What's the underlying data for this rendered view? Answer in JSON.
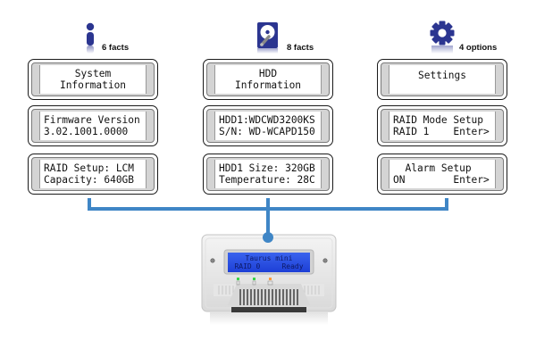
{
  "accent_color": "#3f86c6",
  "icon_color": "#2b3590",
  "columns": [
    {
      "icon": "info-icon",
      "count_label": "6 facts",
      "boxes": [
        {
          "lines": [
            "System",
            "Information"
          ],
          "centered": true
        },
        {
          "lines": [
            "Firmware Version",
            "3.02.1001.0000"
          ],
          "centered": false
        },
        {
          "lines": [
            "RAID Setup: LCM",
            "Capacity: 640GB"
          ],
          "centered": false
        }
      ]
    },
    {
      "icon": "hard-drive-icon",
      "count_label": "8 facts",
      "boxes": [
        {
          "lines": [
            "HDD",
            "Information"
          ],
          "centered": true
        },
        {
          "lines": [
            "HDD1:WDCWD3200KS",
            "S/N: WD-WCAPD150"
          ],
          "centered": false
        },
        {
          "lines": [
            "HDD1 Size: 320GB",
            "Temperature: 28C"
          ],
          "centered": false
        }
      ]
    },
    {
      "icon": "gear-icon",
      "count_label": "4 options",
      "boxes": [
        {
          "lines": [
            "Settings",
            ""
          ],
          "centered": true
        },
        {
          "lines": [
            "RAID Mode Setup",
            "RAID 1    Enter>"
          ],
          "centered": false
        },
        {
          "lines": [
            "  Alarm Setup",
            "ON        Enter>"
          ],
          "centered": false
        }
      ]
    }
  ],
  "device": {
    "lcd_line1": "Taurus mini",
    "lcd_line2": "RAID 0     Ready",
    "leds": [
      {
        "name": "hdd1-led",
        "color": "#39d34a"
      },
      {
        "name": "hdd2-led",
        "color": "#39d34a"
      },
      {
        "name": "raid-led",
        "color": "#ff9a3a"
      }
    ]
  }
}
